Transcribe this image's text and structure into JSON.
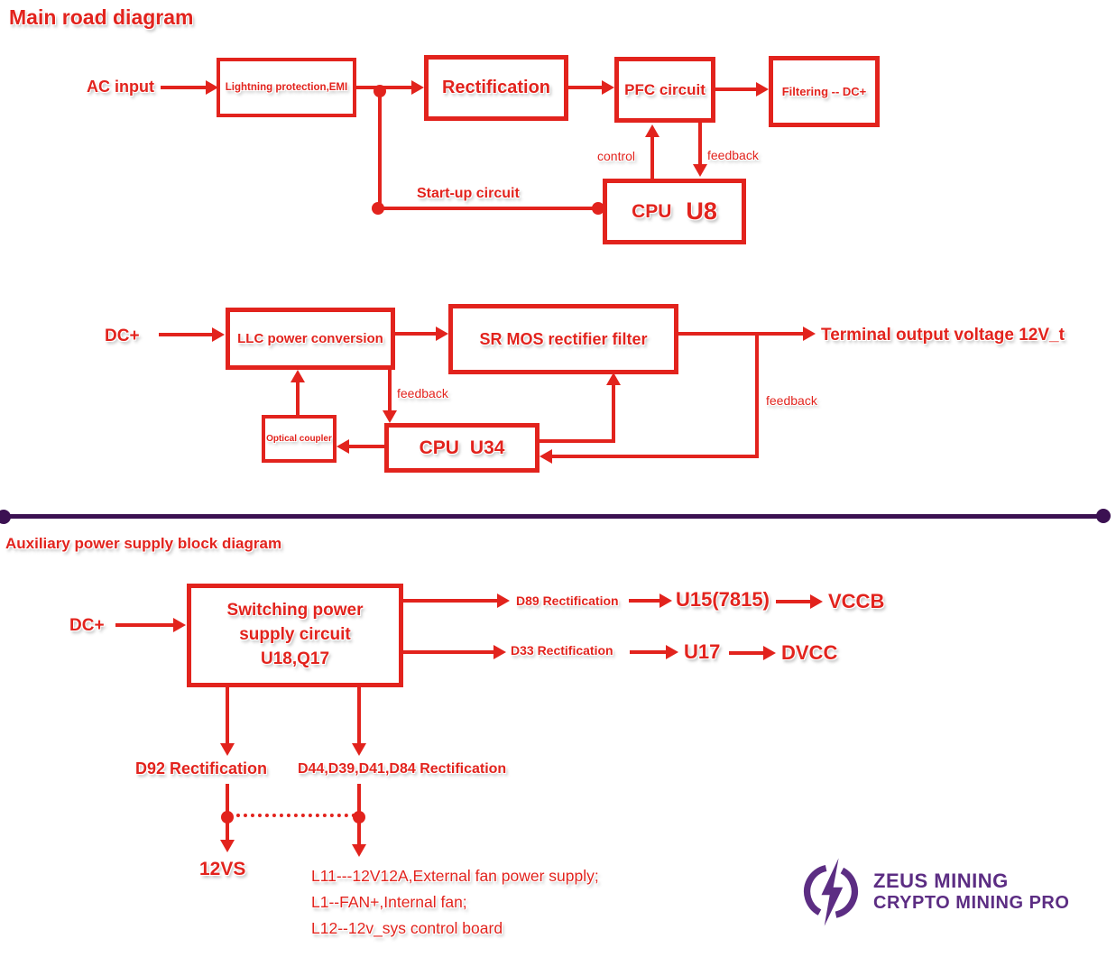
{
  "colors": {
    "accent_red": "#e2231d",
    "divider_purple": "#3b1152",
    "logo_purple": "#5c2d83"
  },
  "main": {
    "title": "Main road diagram",
    "ac_input": "AC input",
    "lightning_box": "Lightning protection,EMI",
    "rectification_box": "Rectification",
    "pfc_box": "PFC circuit",
    "filtering_box": "Filtering -- DC+",
    "control_label": "control",
    "feedback_label": "feedback",
    "startup_label": "Start-up circuit",
    "cpu_label": "CPU",
    "cpu_id": "U8"
  },
  "llc": {
    "dc_input": "DC+",
    "llc_box": "LLC power conversion",
    "srmos_box": "SR MOS rectifier filter",
    "terminal_output": "Terminal output voltage 12V_t",
    "feedback_label": "feedback",
    "feedback_label_right": "feedback",
    "optical_box": "Optical coupler",
    "cpu_label": "CPU",
    "cpu_id": "U34"
  },
  "aux": {
    "title": "Auxiliary power supply block diagram",
    "dc_input": "DC+",
    "switching_lines": [
      "Switching power",
      "supply circuit",
      "U18,Q17"
    ],
    "row1_step": "D89 Rectification",
    "row1_chip": "U15(7815)",
    "row1_out": "VCCB",
    "row2_step": "D33 Rectification",
    "row2_chip": "U17",
    "row2_out": "DVCC",
    "branch1_label": "D92 Rectification",
    "branch1_out": "12VS",
    "branch2_label": "D44,D39,D41,D84  Rectification",
    "branch2_lines": [
      "L11---12V12A,External fan power supply;",
      "L1--FAN+,Internal fan;",
      "L12--12v_sys control board"
    ]
  },
  "logo": {
    "line1": "ZEUS MINING",
    "line2": "CRYPTO MINING PRO"
  }
}
